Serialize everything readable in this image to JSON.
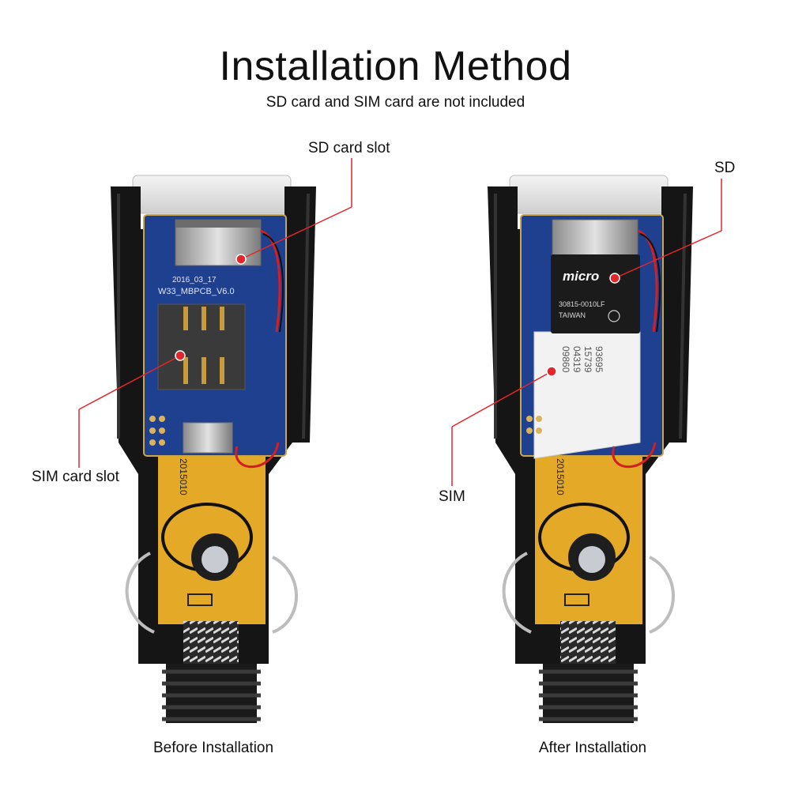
{
  "header": {
    "title": "Installation Method",
    "subtitle": "SD card and SIM card are not included"
  },
  "left": {
    "sd_slot_label": "SD card slot",
    "sim_slot_label": "SIM card slot",
    "caption": "Before Installation",
    "pcb_text": "W33_MBPCB_V6.0",
    "pcb_date": "2016_03_17",
    "board_print": "2015010"
  },
  "right": {
    "sd_label": "SD",
    "sim_label": "SIM",
    "caption": "After Installation",
    "microsd_logo": "micro",
    "microsd_text1": "30815-0010LF",
    "microsd_text2": "TAIWAN",
    "sim_text": [
      "09860",
      "04319",
      "15739",
      "93695"
    ],
    "board_print": "2015010"
  },
  "colors": {
    "callout_line": "#e3262b",
    "pcb_blue": "#1f3f8f",
    "board_yellow": "#e3a927",
    "housing_black": "#151515"
  }
}
